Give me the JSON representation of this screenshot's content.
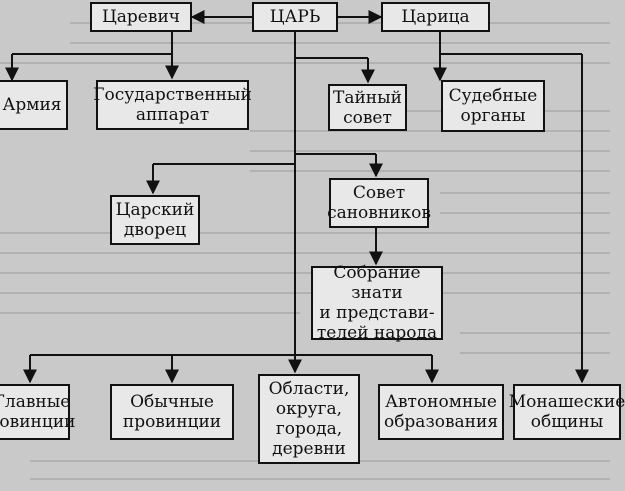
{
  "diagram": {
    "nodes": {
      "tsarevich": "Царевич",
      "tsar": "ЦАРЬ",
      "tsaritsa": "Царица",
      "army": "Армия",
      "state_apparatus": "Государственный\nаппарат",
      "secret_council": "Тайный\nсовет",
      "judicial": "Судебные\nорганы",
      "palace": "Царский\nдворец",
      "council_dignitaries": "Совет\nсановников",
      "assembly": "Собрание знати\nи представи-\nтелей народа",
      "main_provinces": "Главные\nровинции",
      "ordinary_provinces": "Обычные\nпровинции",
      "regions": "Области,\nокруга,\nгорода,\nдеревни",
      "autonomous": "Автономные\nобразования",
      "monastic": "Монашеские\nобщины"
    }
  }
}
